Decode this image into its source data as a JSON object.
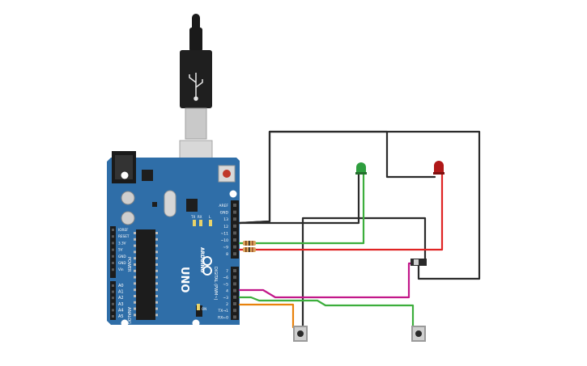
{
  "board": {
    "brand": "ARDUINO",
    "model": "UNO",
    "color": "#2f6ea8",
    "header_top_labels": [
      "AREF",
      "GND",
      "13",
      "12",
      "~11",
      "~10",
      "~9",
      "8"
    ],
    "header_bottom_labels": [
      "7",
      "~6",
      "~5",
      "4",
      "~3",
      "2",
      "TX→1",
      "RX←0"
    ],
    "digital_label": "DIGITAL (PWM~)",
    "power_labels": [
      "IOREF",
      "RESET",
      "3.3V",
      "5V",
      "GND",
      "GND",
      "Vin"
    ],
    "power_title": "POWER",
    "analog_labels": [
      "A0",
      "A1",
      "A2",
      "A3",
      "A4",
      "A5"
    ],
    "analog_title": "ANALOG IN",
    "led_labels": [
      "TX",
      "RX",
      "L"
    ],
    "on_label": "ON"
  },
  "components": {
    "green_led_color": "#2e9e3e",
    "red_led_color": "#b01818",
    "resistor_color": "#d9a25a"
  },
  "wires": {
    "black": "#2b2b2b",
    "green": "#3cae3c",
    "red": "#e02424",
    "magenta": "#c2188a",
    "orange": "#e8820c"
  }
}
